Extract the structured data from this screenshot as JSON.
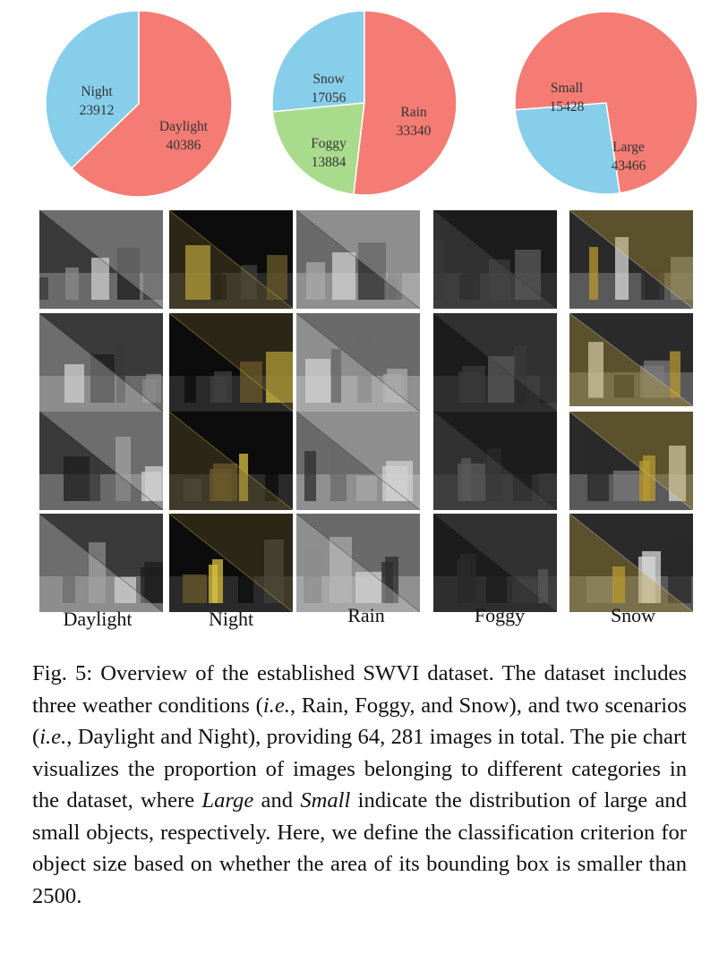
{
  "chart_data": [
    {
      "type": "pie",
      "slices": [
        {
          "label": "Night",
          "value": 23912,
          "color": "#87ceeb"
        },
        {
          "label": "Daylight",
          "value": 40386,
          "color": "#f47c74"
        }
      ]
    },
    {
      "type": "pie",
      "slices": [
        {
          "label": "Snow",
          "value": 17056,
          "color": "#87ceeb"
        },
        {
          "label": "Foggy",
          "value": 13884,
          "color": "#a8dc8c"
        },
        {
          "label": "Rain",
          "value": 33340,
          "color": "#f47c74"
        }
      ]
    },
    {
      "type": "pie",
      "slices": [
        {
          "label": "Small",
          "value": 15428,
          "color": "#87ceeb"
        },
        {
          "label": "Large",
          "value": 43466,
          "color": "#f47c74"
        }
      ]
    }
  ],
  "columns": [
    "Daylight",
    "Night",
    "Rain",
    "Foggy",
    "Snow"
  ],
  "caption": {
    "prefix": "Fig. 5: Overview of the established SWVI dataset. The dataset includes three weather conditions (",
    "ie1": "i.e.",
    "part2": ", Rain, Foggy, and Snow), and two scenarios (",
    "ie2": "i.e.",
    "part3": ", Daylight and Night), providing 64, 281 images in total. The pie chart visualizes the proportion of images belonging to different categories in the dataset, where ",
    "large": "Large",
    "and": " and ",
    "small": "Small",
    "part4": " indicate the distribution of large and small objects, respectively. Here, we define the classification criterion for object size based on whether the area of its bounding box is smaller than 2500."
  }
}
